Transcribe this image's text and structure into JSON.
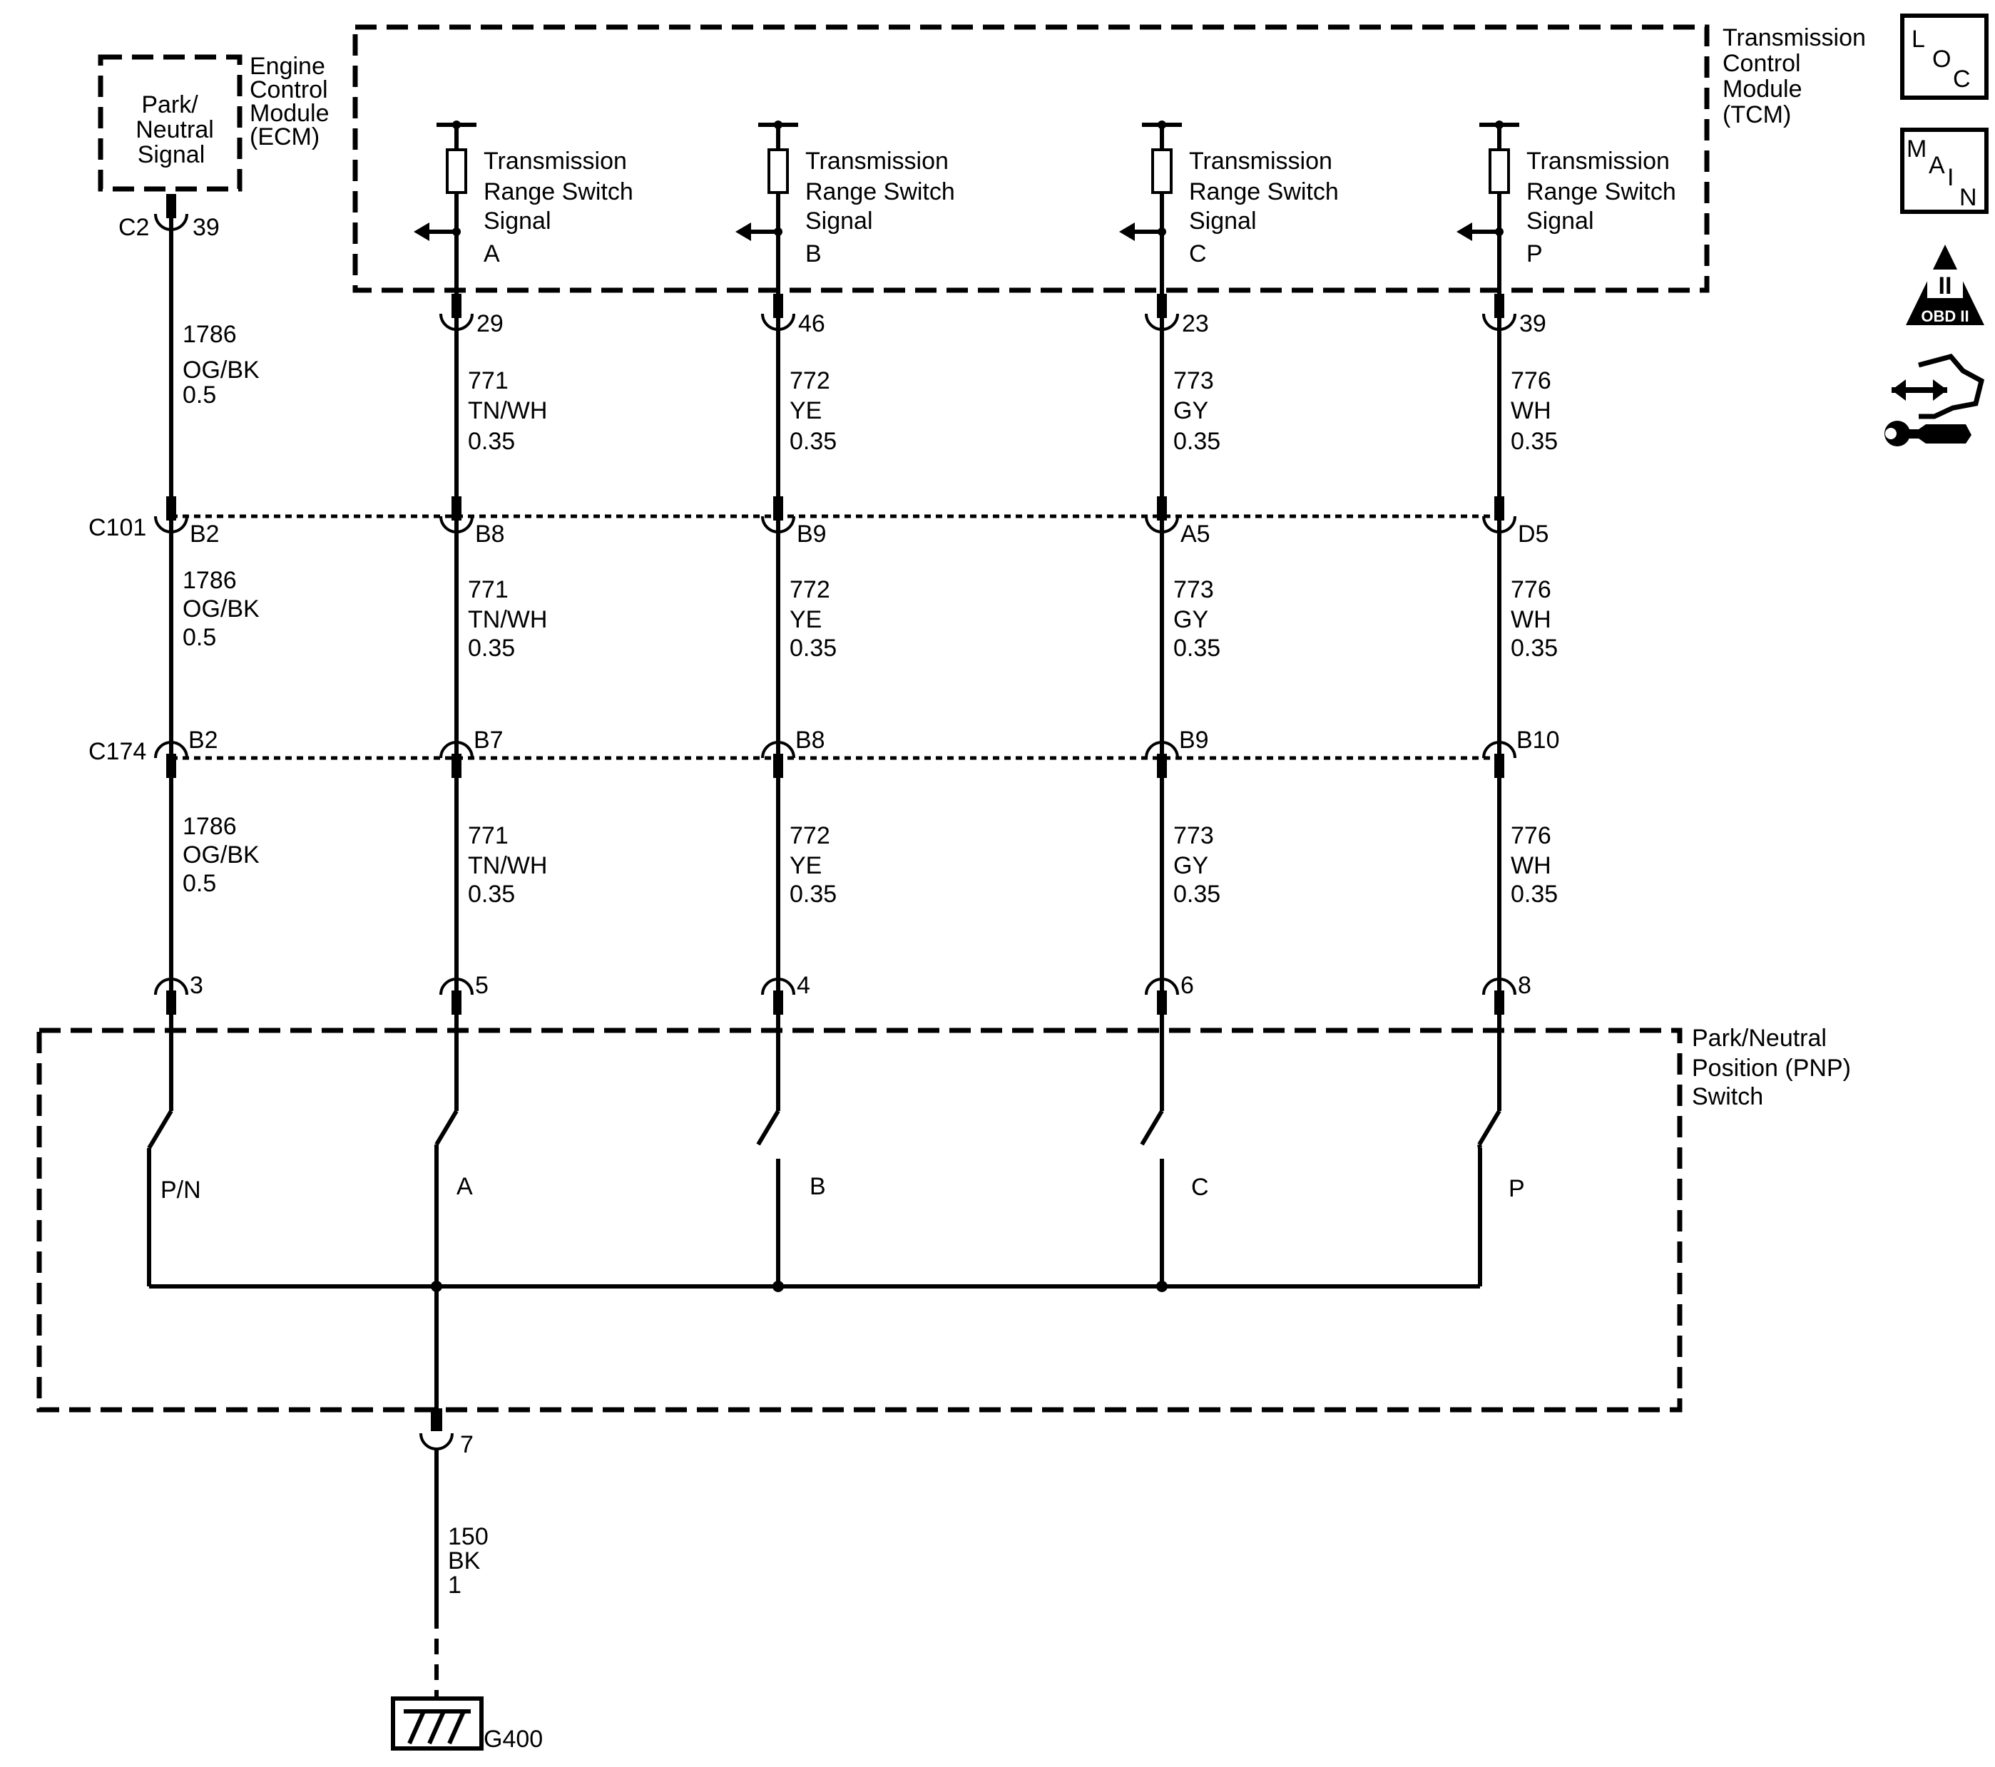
{
  "ecm": {
    "box_label": [
      "Park/",
      "Neutral",
      "Signal"
    ],
    "module_name": [
      "Engine",
      "Control",
      "Module",
      "(ECM)"
    ],
    "connector": "C2",
    "pin": "39"
  },
  "tcm": {
    "module_name": [
      "Transmission",
      "Control",
      "Module",
      "(TCM)"
    ],
    "signal_label": [
      "Transmission",
      "Range Switch",
      "Signal"
    ],
    "circuits": [
      {
        "letter": "A",
        "pin": "29"
      },
      {
        "letter": "B",
        "pin": "46"
      },
      {
        "letter": "C",
        "pin": "23"
      },
      {
        "letter": "P",
        "pin": "39"
      }
    ]
  },
  "wires": [
    {
      "circuit": "1786",
      "color": "OG/BK",
      "size": "0.5"
    },
    {
      "circuit": "771",
      "color": "TN/WH",
      "size": "0.35"
    },
    {
      "circuit": "772",
      "color": "YE",
      "size": "0.35"
    },
    {
      "circuit": "773",
      "color": "GY",
      "size": "0.35"
    },
    {
      "circuit": "776",
      "color": "WH",
      "size": "0.35"
    }
  ],
  "inline_connectors": [
    {
      "name": "C101",
      "pins": [
        "B2",
        "B8",
        "B9",
        "A5",
        "D5"
      ]
    },
    {
      "name": "C174",
      "pins": [
        "B2",
        "B7",
        "B8",
        "B9",
        "B10"
      ]
    }
  ],
  "pnp_switch": {
    "name": [
      "Park/Neutral",
      "Position (PNP)",
      "Switch"
    ],
    "pins": [
      "3",
      "5",
      "4",
      "6",
      "8"
    ],
    "contacts": [
      "P/N",
      "A",
      "B",
      "C",
      "P"
    ],
    "ground_pin": "7"
  },
  "ground_wire": {
    "circuit": "150",
    "color": "BK",
    "size": "1"
  },
  "ground": "G400",
  "side_icons": {
    "loc": [
      "L",
      "O",
      "C"
    ],
    "main": [
      "M",
      "A",
      "I",
      "N"
    ],
    "obd": {
      "numeral": "II",
      "label": "OBD II"
    },
    "wrench": "diagnostic-wrench-icon"
  }
}
